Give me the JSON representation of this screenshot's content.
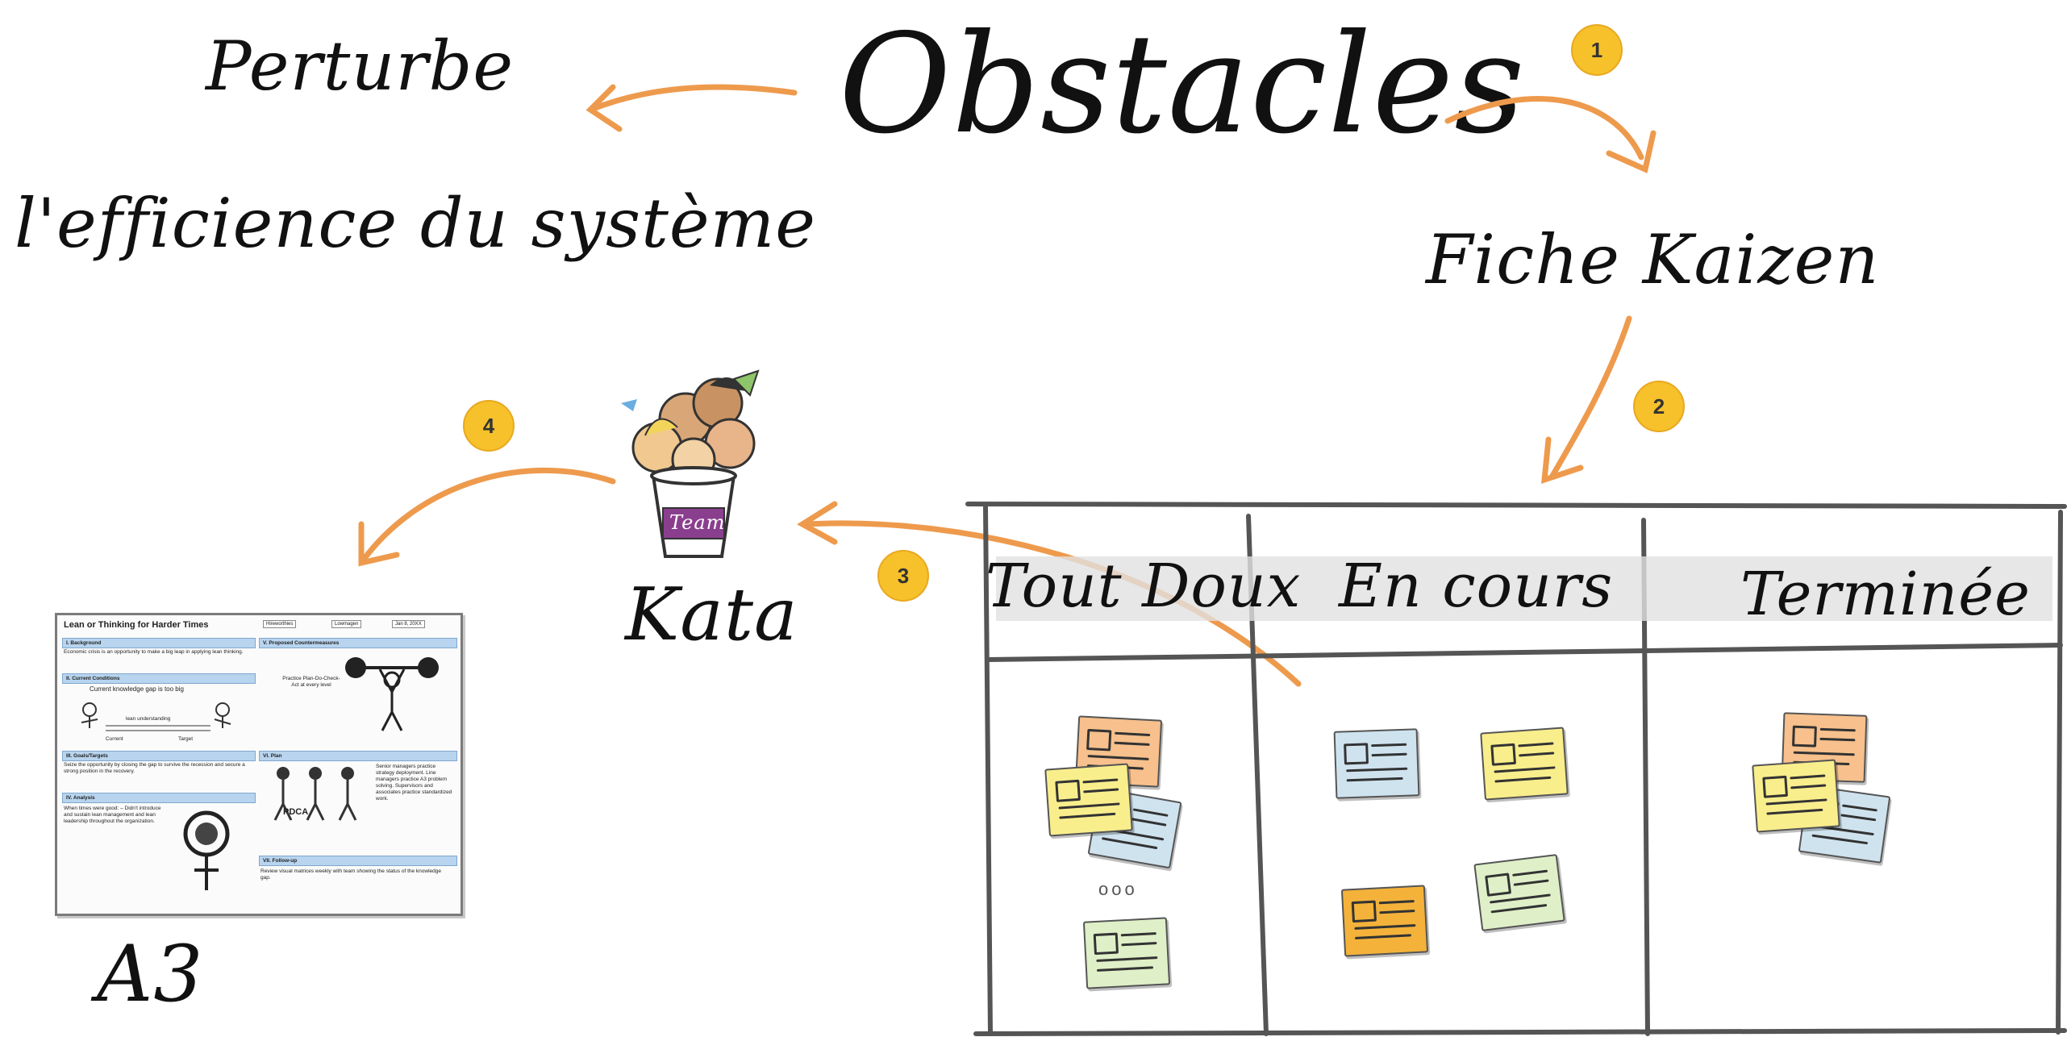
{
  "title": "Obstacles",
  "left_text": {
    "line1": "Perturbe",
    "line2": "l'efficience du système"
  },
  "right_text": "Fiche Kaizen",
  "kata": {
    "label": "Kata",
    "bucket_text": "Team"
  },
  "a3": {
    "label": "A3",
    "doc_title": "Lean or Thinking for Harder Times",
    "meta": [
      "Hireworthies",
      "Lowmagen",
      "Jan 8, 20XX"
    ],
    "sections": {
      "background": "I. Background",
      "background_text": "Economic crisis is an opportunity to make a big leap in applying lean thinking.",
      "current": "II. Current Conditions",
      "current_text": "Current knowledge gap is too big",
      "gap_label": "lean understanding",
      "current_word": "Current",
      "target_word": "Target",
      "goals": "III. Goals/Targets",
      "goals_text": "Seize the opportunity by closing the gap to survive the recession and secure a strong position in the recovery.",
      "analysis": "IV. Analysis",
      "analysis_text": "When times were good: – Didn't introduce and sustain lean management and lean leadership throughout the organization.",
      "proposed": "V. Proposed Countermeasures",
      "proposed_text": "Practice Plan-Do-Check-Act at every level",
      "plan": "VI. Plan",
      "plan_text": "Senior managers practice strategy deployment. Line managers practice A3 problem solving. Supervisors and associates practice standardized work.",
      "followup": "VII. Follow-up",
      "followup_text": "Review visual matrices weekly with team showing the status of the knowledge gap.",
      "pdca": "PDCA"
    }
  },
  "board": {
    "columns": [
      "Tout Doux",
      "En cours",
      "Terminée"
    ],
    "dots": "ooo"
  },
  "badges": [
    "1",
    "2",
    "3",
    "4"
  ],
  "colors": {
    "arrow": "#ee9a4d",
    "badge": "#f6c12b",
    "note_orange": "#f7c08c",
    "note_yellow": "#f9ee8c",
    "note_blue": "#cfe3ef",
    "note_green": "#dff0c8",
    "note_gold": "#f4b23a"
  }
}
